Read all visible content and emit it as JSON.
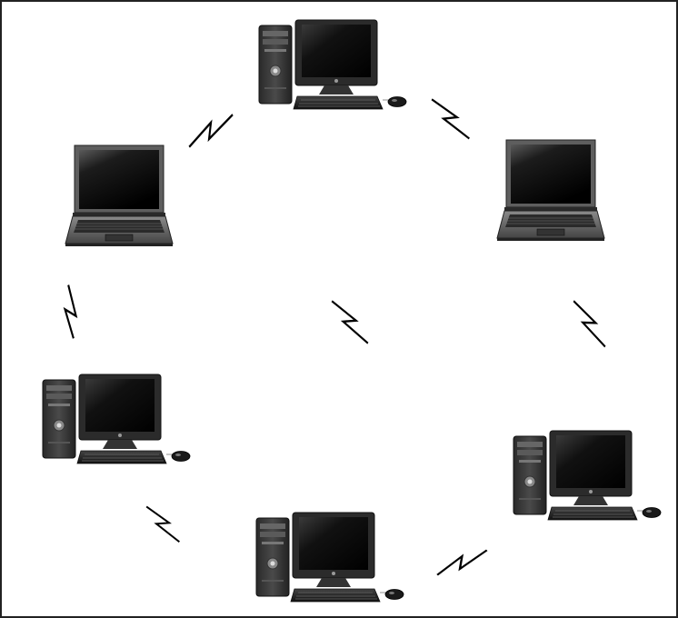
{
  "diagram": {
    "type": "wireless-network",
    "nodes": [
      {
        "kind": "desktop-computer",
        "icon": "desktop-computer-icon"
      },
      {
        "kind": "laptop",
        "icon": "laptop-icon"
      },
      {
        "kind": "desktop-computer",
        "icon": "desktop-computer-icon"
      },
      {
        "kind": "desktop-computer",
        "icon": "desktop-computer-icon"
      },
      {
        "kind": "desktop-computer",
        "icon": "desktop-computer-icon"
      },
      {
        "kind": "laptop",
        "icon": "laptop-icon"
      }
    ],
    "link_icon": "wireless-link-bolt-icon",
    "colors": {
      "background": "#ffffff",
      "border": "#222222",
      "device_dark": "#1a1a1a",
      "device_mid": "#555555",
      "device_light": "#9a9a9a"
    }
  }
}
